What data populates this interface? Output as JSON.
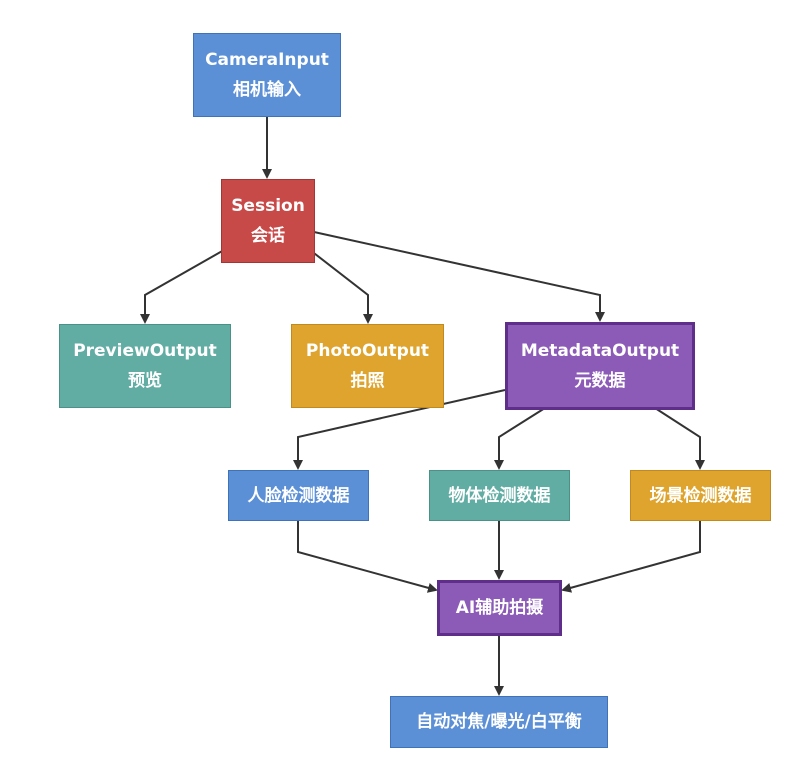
{
  "nodes": {
    "camera_input": {
      "line1": "CameraInput",
      "line2": "相机输入",
      "color": "#5b8fd6"
    },
    "session": {
      "line1": "Session",
      "line2": "会话",
      "color": "#c84a48"
    },
    "preview_output": {
      "line1": "PreviewOutput",
      "line2": "预览",
      "color": "#62ada3"
    },
    "photo_output": {
      "line1": "PhotoOutput",
      "line2": "拍照",
      "color": "#dea42e"
    },
    "metadata_output": {
      "line1": "MetadataOutput",
      "line2": "元数据",
      "color": "#8c5bb7"
    },
    "face_detection": {
      "label": "人脸检测数据",
      "color": "#5b8fd6"
    },
    "object_detection": {
      "label": "物体检测数据",
      "color": "#62ada3"
    },
    "scene_detection": {
      "label": "场景检测数据",
      "color": "#dea42e"
    },
    "ai_assist": {
      "label": "AI辅助拍摄",
      "color": "#8c5bb7"
    },
    "auto_features": {
      "label": "自动对焦/曝光/白平衡",
      "color": "#5b8fd6"
    }
  },
  "edges": [
    {
      "from": "camera_input",
      "to": "session"
    },
    {
      "from": "session",
      "to": "preview_output"
    },
    {
      "from": "session",
      "to": "photo_output"
    },
    {
      "from": "session",
      "to": "metadata_output"
    },
    {
      "from": "metadata_output",
      "to": "face_detection"
    },
    {
      "from": "metadata_output",
      "to": "object_detection"
    },
    {
      "from": "metadata_output",
      "to": "scene_detection"
    },
    {
      "from": "face_detection",
      "to": "ai_assist"
    },
    {
      "from": "object_detection",
      "to": "ai_assist"
    },
    {
      "from": "scene_detection",
      "to": "ai_assist"
    },
    {
      "from": "ai_assist",
      "to": "auto_features"
    }
  ]
}
